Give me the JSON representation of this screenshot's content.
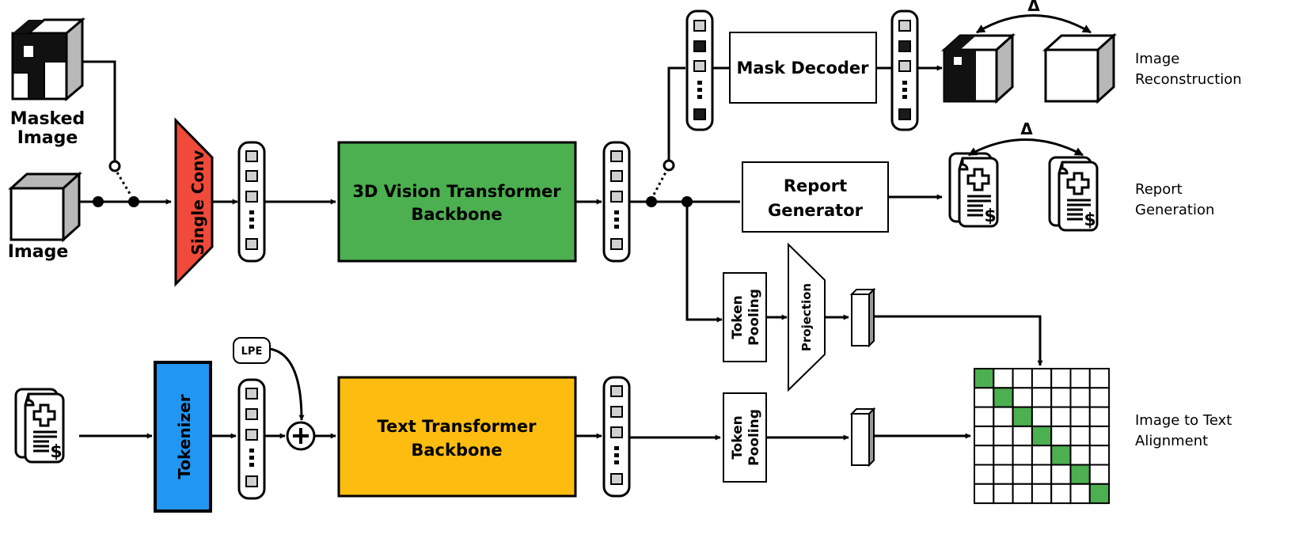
{
  "inputs": {
    "masked_image_line1": "Masked",
    "masked_image_line2": "Image",
    "image": "Image"
  },
  "blocks": {
    "single_conv": "Single Conv",
    "vision_backbone_line1": "3D Vision Transformer",
    "vision_backbone_line2": "Backbone",
    "mask_decoder": "Mask Decoder",
    "report_generator_line1": "Report",
    "report_generator_line2": "Generator",
    "token_pooling_line1": "Token",
    "token_pooling_line2": "Pooling",
    "projection": "Projection",
    "tokenizer": "Tokenizer",
    "lpe": "LPE",
    "text_backbone_line1": "Text Transformer",
    "text_backbone_line2": "Backbone"
  },
  "symbols": {
    "delta": "Δ"
  },
  "outputs": {
    "image_reconstruction_line1": "Image",
    "image_reconstruction_line2": "Reconstruction",
    "report_generation_line1": "Report",
    "report_generation_line2": "Generation",
    "alignment_line1": "Image to Text",
    "alignment_line2": "Alignment"
  },
  "colors": {
    "single_conv": "#f04a3a",
    "vision_backbone": "#4caf50",
    "tokenizer": "#2196f3",
    "text_backbone": "#fdbd10",
    "token_fill": "#d0d0d0",
    "masked_token_fill": "#1a1a1a",
    "alignment_match": "#4caf50"
  }
}
